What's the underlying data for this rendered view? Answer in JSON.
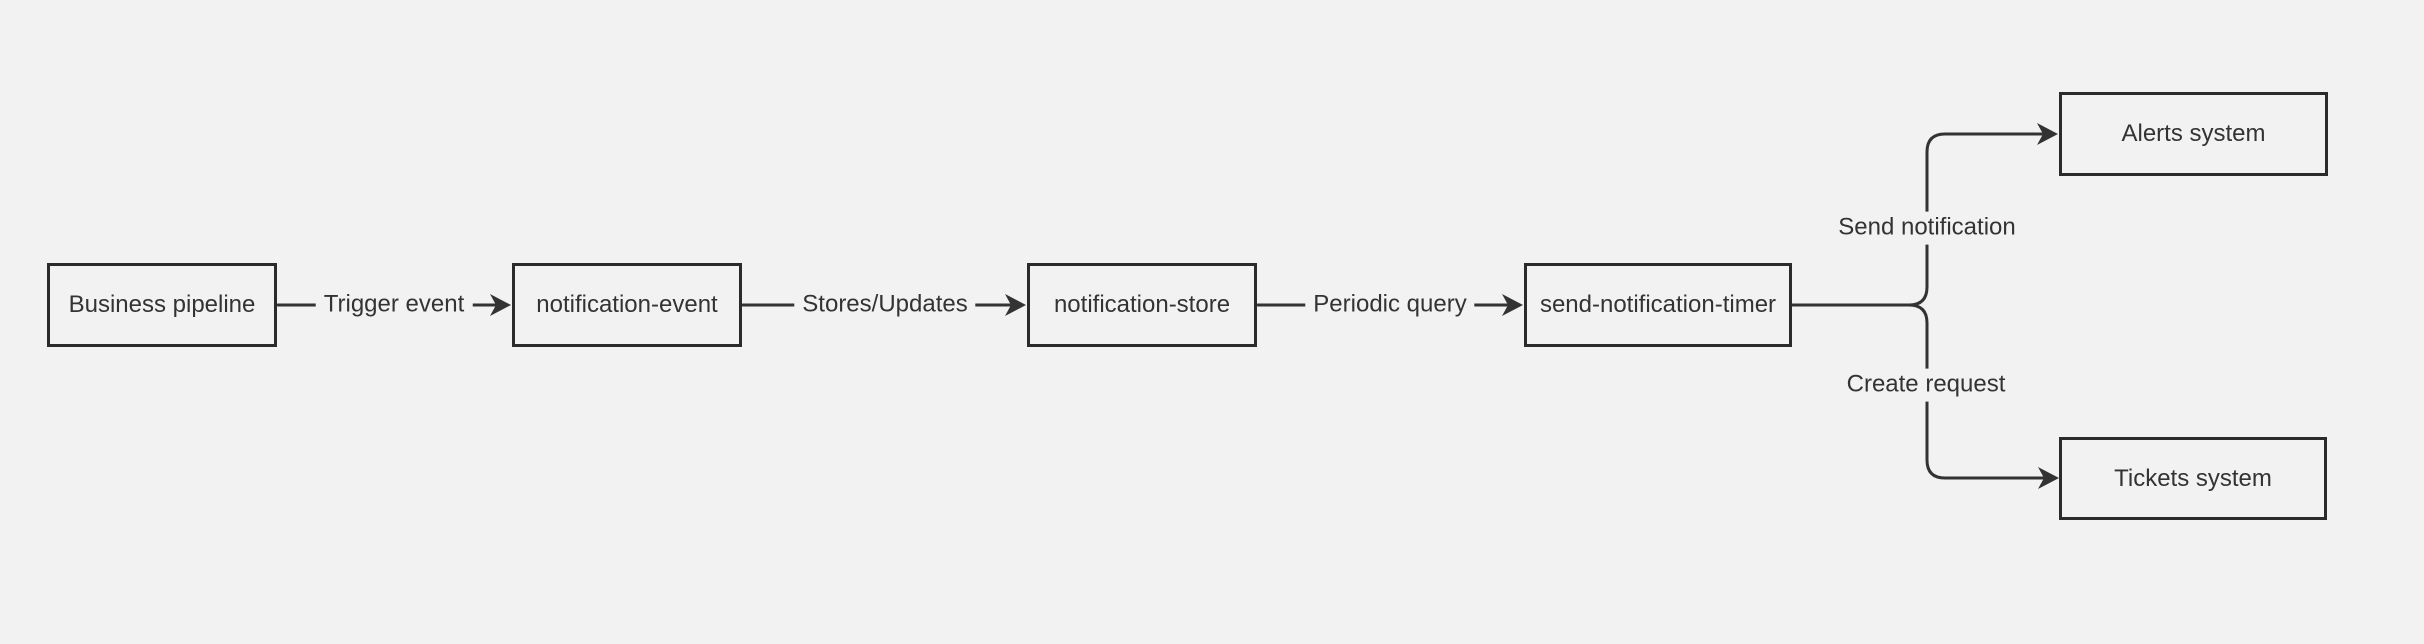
{
  "colors": {
    "background": "#f2f2f2",
    "node_fill": "#f2f2f2",
    "node_border": "#2b2b2b",
    "edge_line": "#333333",
    "text": "#333333"
  },
  "nodes": [
    {
      "id": "business-pipeline",
      "label": "Business pipeline"
    },
    {
      "id": "notification-event",
      "label": "notification-event"
    },
    {
      "id": "notification-store",
      "label": "notification-store"
    },
    {
      "id": "send-notification-timer",
      "label": "send-notification-timer"
    },
    {
      "id": "alerts-system",
      "label": "Alerts system"
    },
    {
      "id": "tickets-system",
      "label": "Tickets system"
    }
  ],
  "edges": [
    {
      "from": "business-pipeline",
      "to": "notification-event",
      "label": "Trigger event"
    },
    {
      "from": "notification-event",
      "to": "notification-store",
      "label": "Stores/Updates"
    },
    {
      "from": "notification-store",
      "to": "send-notification-timer",
      "label": "Periodic query"
    },
    {
      "from": "send-notification-timer",
      "to": "alerts-system",
      "label": "Send notification"
    },
    {
      "from": "send-notification-timer",
      "to": "tickets-system",
      "label": "Create request"
    }
  ]
}
